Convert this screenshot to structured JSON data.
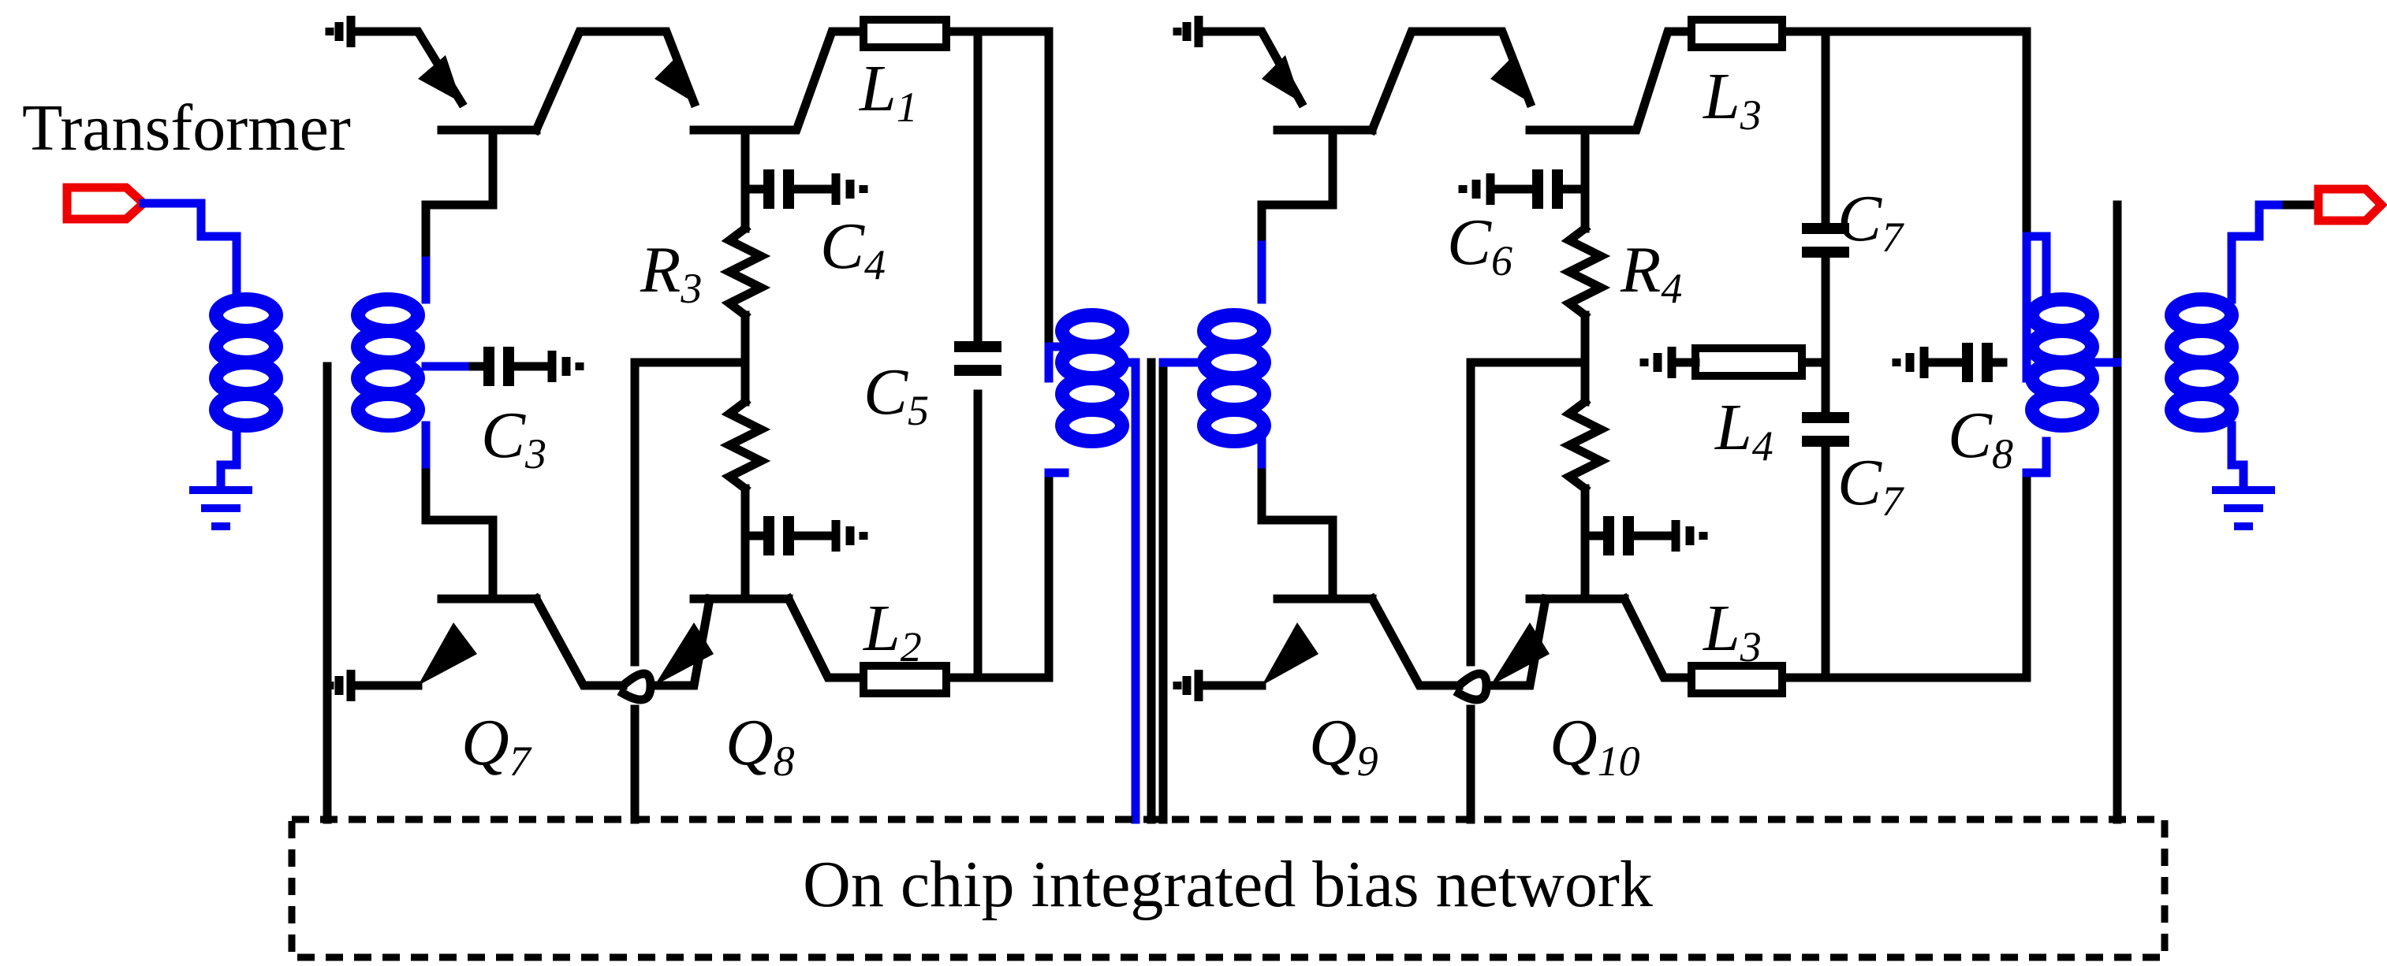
{
  "title_label": "Transformer",
  "bias_box_label": "On chip integrated bias network",
  "components": {
    "L1": {
      "letter": "L",
      "sub": "1"
    },
    "L2": {
      "letter": "L",
      "sub": "2"
    },
    "L3a": {
      "letter": "L",
      "sub": "3"
    },
    "L3b": {
      "letter": "L",
      "sub": "3"
    },
    "L4": {
      "letter": "L",
      "sub": "4"
    },
    "C3": {
      "letter": "C",
      "sub": "3"
    },
    "C4": {
      "letter": "C",
      "sub": "4"
    },
    "C5": {
      "letter": "C",
      "sub": "5"
    },
    "C6": {
      "letter": "C",
      "sub": "6"
    },
    "C7a": {
      "letter": "C",
      "sub": "7"
    },
    "C7b": {
      "letter": "C",
      "sub": "7"
    },
    "C8": {
      "letter": "C",
      "sub": "8"
    },
    "R3": {
      "letter": "R",
      "sub": "3"
    },
    "R4": {
      "letter": "R",
      "sub": "4"
    },
    "Q7": {
      "letter": "Q",
      "sub": "7"
    },
    "Q8": {
      "letter": "Q",
      "sub": "8"
    },
    "Q9": {
      "letter": "Q",
      "sub": "9"
    },
    "Q10": {
      "letter": "Q",
      "sub": "10"
    }
  },
  "colors": {
    "wire": "#000000",
    "transformer": "#0000ee",
    "port": "#ee0000"
  },
  "icons": [
    "input-port-icon",
    "output-port-icon",
    "ground-icon",
    "transformer-coil-icon",
    "capacitor-icon",
    "resistor-icon",
    "inductor-icon",
    "npn-transistor-icon"
  ]
}
